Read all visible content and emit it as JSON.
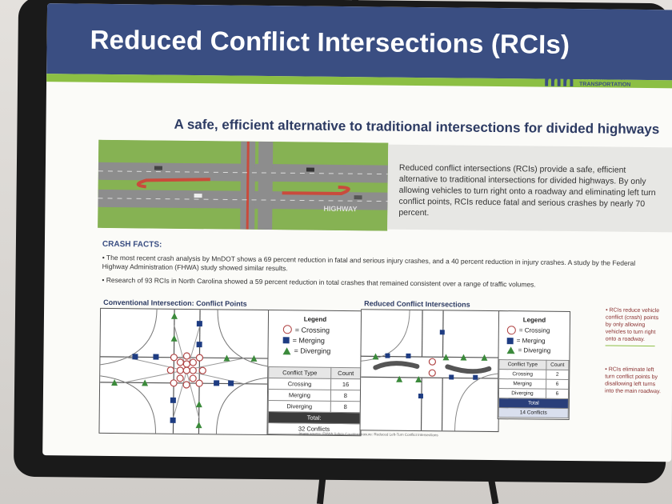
{
  "poster": {
    "title": "Reduced Conflict Intersections (RCIs)",
    "logo": {
      "mark": "mn",
      "text": "DEPARTMENT OF TRANSPORTATION"
    },
    "subtitle": "A safe, efficient alternative to traditional intersections for divided highways",
    "hero_label": "HIGHWAY",
    "intro": "Reduced conflict intersections (RCIs) provide a safe, efficient alternative to traditional intersections for divided highways. By only allowing vehicles to turn right onto a roadway and eliminating left turn conflict points, RCIs reduce fatal and serious crashes by nearly 70 percent.",
    "crash_facts_heading": "CRASH FACTS:",
    "facts": [
      "• The most recent crash analysis by MnDOT shows a 69 percent reduction in fatal and serious injury crashes, and a 40 percent reduction in injury crashes. A study by the Federal Highway Administration (FHWA) study showed similar results.",
      "• Research of 93 RCIs in North Carolina showed a 59 percent reduction in total crashes that remained consistent over a range of traffic volumes."
    ],
    "conventional": {
      "title": "Conventional Intersection: Conflict Points",
      "legend_title": "Legend",
      "legend": [
        "= Crossing",
        "= Merging",
        "= Diverging"
      ],
      "table_headers": [
        "Conflict Type",
        "Count"
      ],
      "rows": [
        [
          "Crossing",
          "16"
        ],
        [
          "Merging",
          "8"
        ],
        [
          "Diverging",
          "8"
        ]
      ],
      "total_label": "Total:",
      "total_value": "32 Conflicts"
    },
    "rci": {
      "title": "Reduced Conflict Intersections",
      "legend_title": "Legend",
      "legend": [
        "= Crossing",
        "= Merging",
        "= Diverging"
      ],
      "table_headers": [
        "Conflict Type",
        "Count"
      ],
      "rows": [
        [
          "Crossing",
          "2"
        ],
        [
          "Merging",
          "6"
        ],
        [
          "Diverging",
          "6"
        ]
      ],
      "total_label": "Total",
      "total_value": "14 Conflicts"
    },
    "side_notes": [
      "• RCIs reduce vehicle conflict (crash) points by only allowing vehicles to turn right onto a roadway.",
      "• RCIs eliminate left turn conflict points by disallowing left turns into the main roadway."
    ],
    "credit": "Image source: FHWA Safety Countermeasure: Reduced Left-Turn Conflict Intersections"
  },
  "colors": {
    "header": "#3a4e82",
    "accent_green": "#8cbf44",
    "note_red": "#8a3030"
  },
  "icons": [
    "crossing-circle-icon",
    "merging-square-icon",
    "diverging-triangle-icon"
  ]
}
